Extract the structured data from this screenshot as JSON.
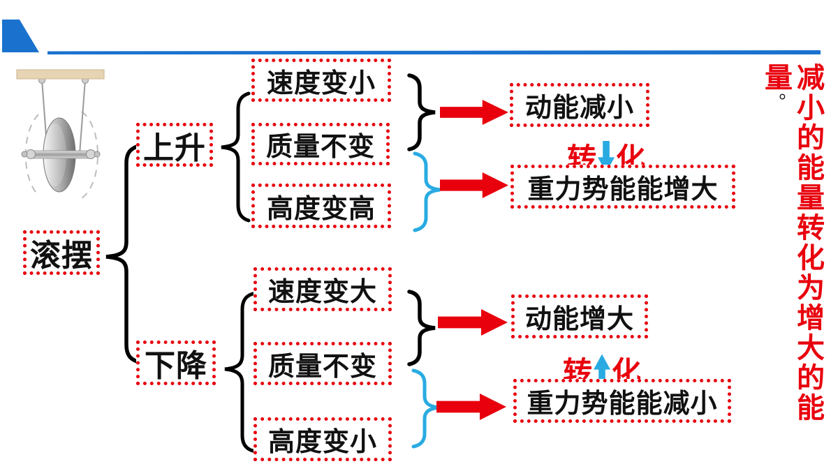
{
  "colors": {
    "accent_blue": "#1b72ce",
    "cyan_blue": "#29abe2",
    "red": "#e8000d",
    "text_black": "#111111"
  },
  "root_node": {
    "label": "滚摆"
  },
  "branches": [
    {
      "label": "上升",
      "conditions": [
        "速度变小",
        "质量不变",
        "高度变高"
      ],
      "results": [
        {
          "label": "动能减小"
        },
        {
          "label": "重力势能能增大"
        }
      ],
      "transform": {
        "left": "转",
        "right": "化",
        "arrow_direction": "down"
      }
    },
    {
      "label": "下降",
      "conditions": [
        "速度变大",
        "质量不变",
        "高度变小"
      ],
      "results": [
        {
          "label": "动能增大"
        },
        {
          "label": "重力势能能减小"
        }
      ],
      "transform": {
        "left": "转",
        "right": "化",
        "arrow_direction": "up"
      }
    }
  ],
  "side_note": {
    "text": "减小的能量转化为增大的能量",
    "period": "。"
  }
}
